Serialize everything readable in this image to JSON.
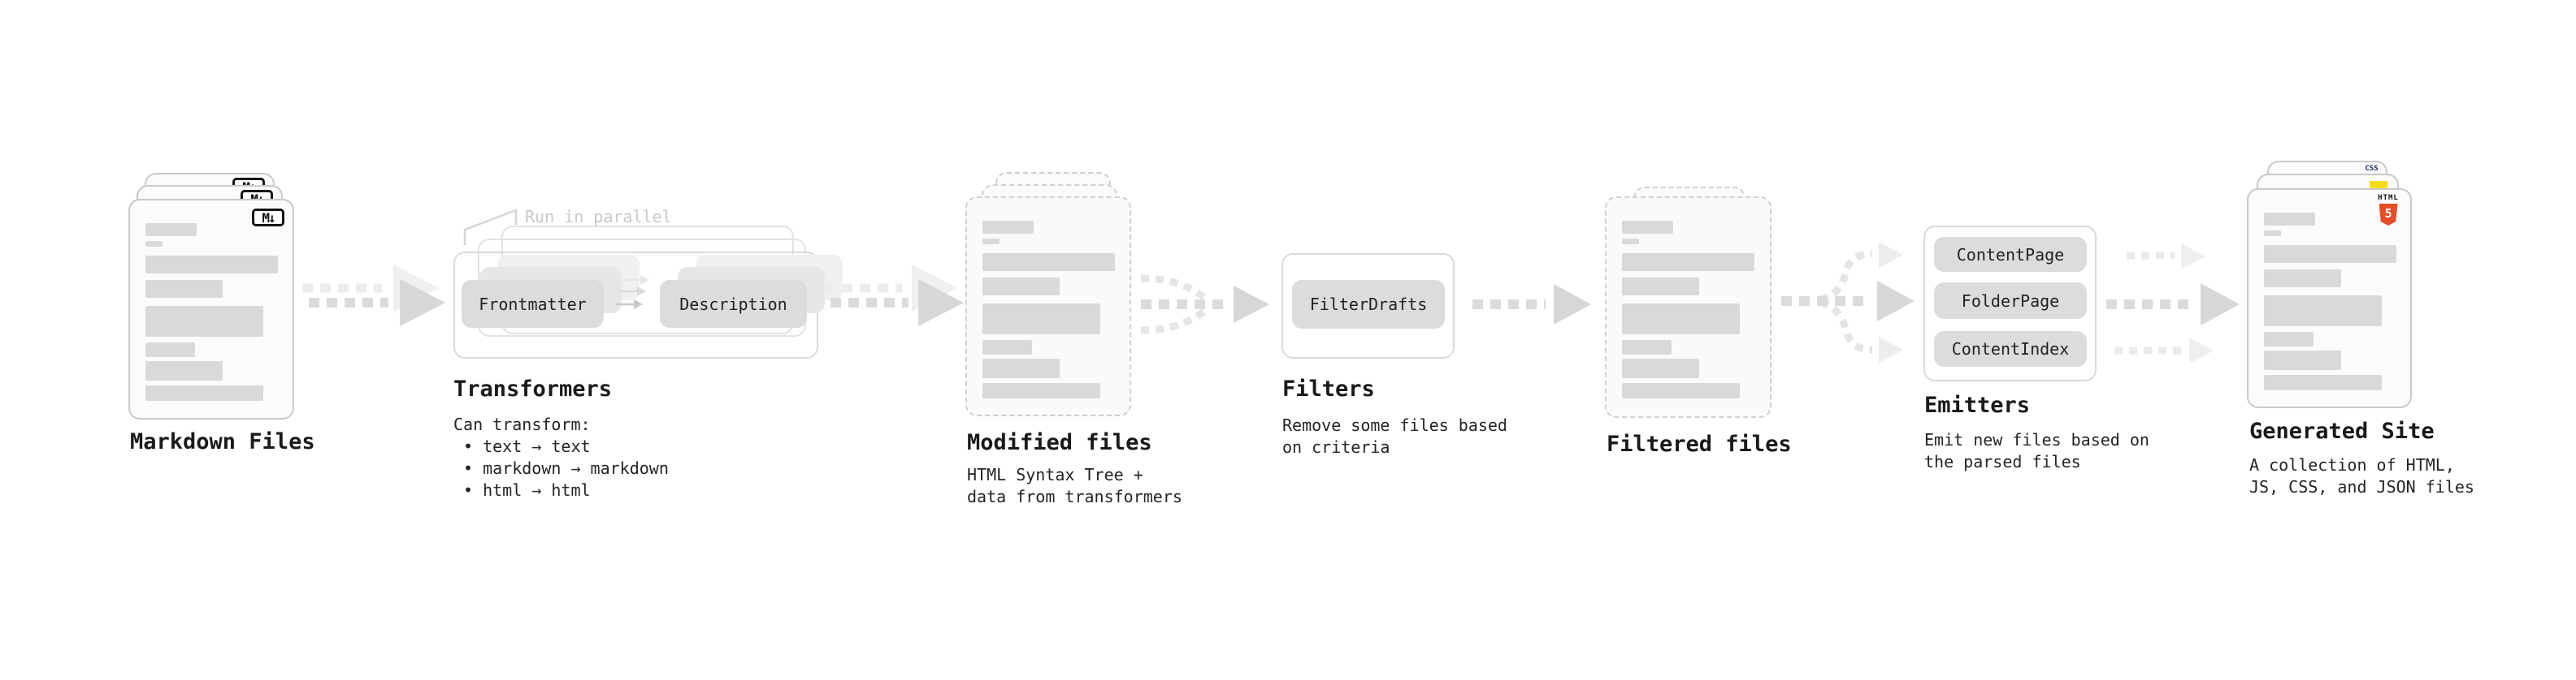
{
  "stages": {
    "markdown_files": {
      "title": "Markdown Files",
      "file_icon": "M↓"
    },
    "transformers": {
      "title": "Transformers",
      "annotation": "Run in parallel",
      "pill_left": "Frontmatter",
      "pill_right": "Description",
      "desc_heading": "Can transform:",
      "bullets": [
        "• text → text",
        "• markdown → markdown",
        "• html → html"
      ]
    },
    "modified_files": {
      "title": "Modified files",
      "desc": [
        "HTML Syntax Tree +",
        "data from transformers"
      ]
    },
    "filters": {
      "title": "Filters",
      "pill": "FilterDrafts",
      "desc": [
        "Remove some files based",
        "on criteria"
      ]
    },
    "filtered_files": {
      "title": "Filtered files"
    },
    "emitters": {
      "title": "Emitters",
      "pills": [
        "ContentPage",
        "FolderPage",
        "ContentIndex"
      ],
      "desc": [
        "Emit new files based on",
        "the parsed files"
      ]
    },
    "generated_site": {
      "title": "Generated Site",
      "desc": [
        "A collection of HTML,",
        "JS, CSS, and JSON files"
      ],
      "icons": {
        "html_label": "HTML",
        "html_number": "5",
        "css_label": "CSS"
      }
    }
  },
  "colors": {
    "html5_orange": "#e44d26",
    "js_yellow": "#f5de19",
    "css_blue": "#2f6df6",
    "bar_gray": "#d9d9d9",
    "arrow_gray": "#d7d7d7",
    "annotation_gray": "#c9c9c9"
  }
}
